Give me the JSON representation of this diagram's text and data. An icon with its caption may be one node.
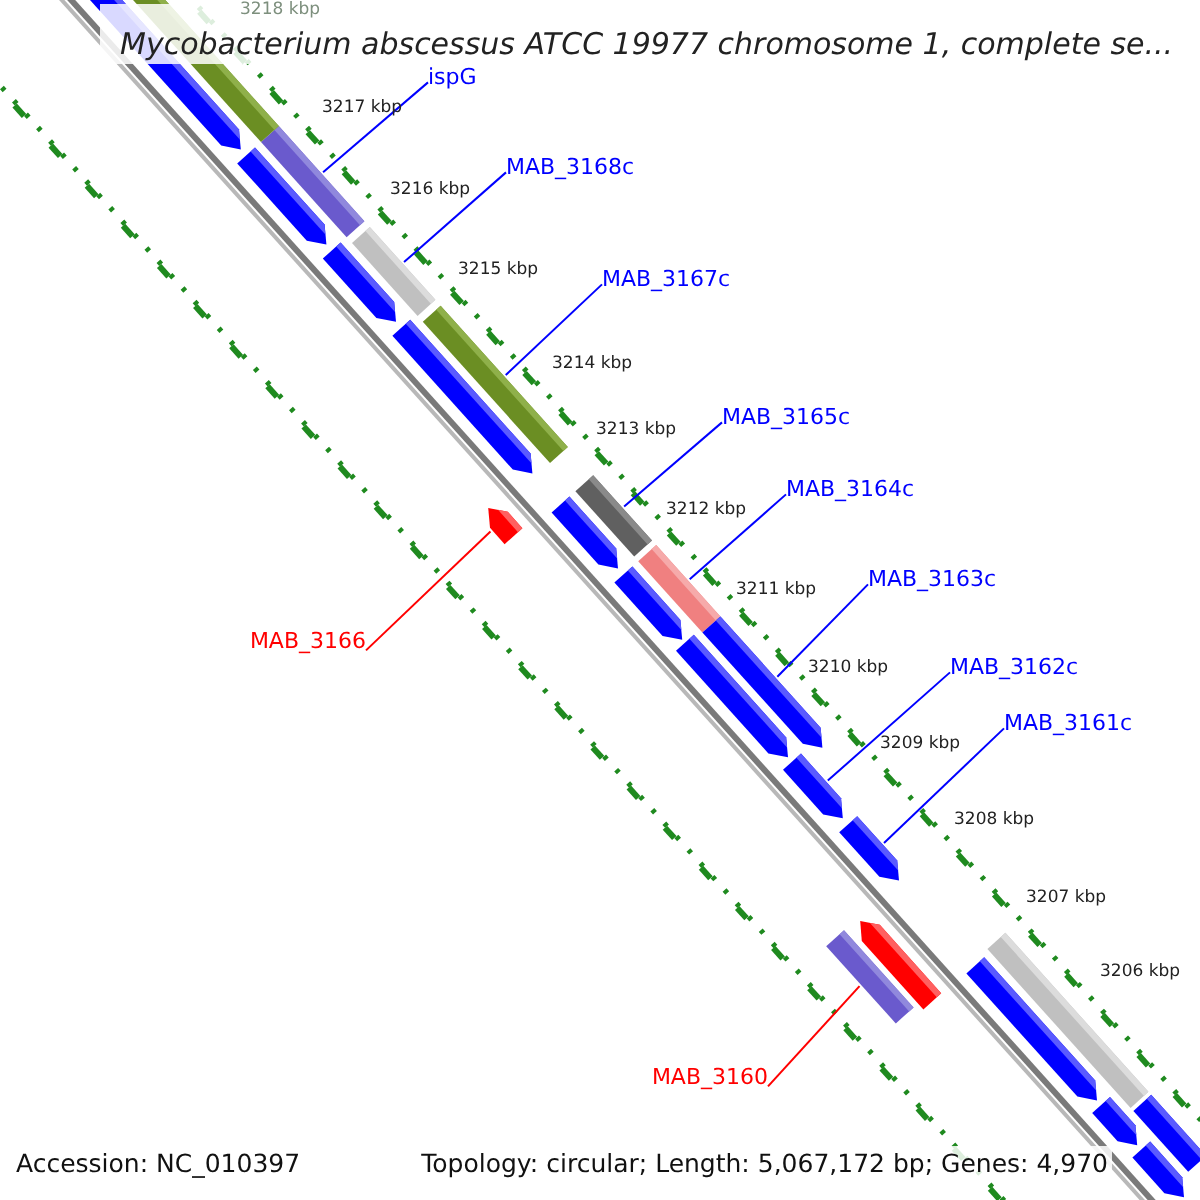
{
  "diagram": {
    "title": "Mycobacterium abscessus ATCC 19977 chromosome 1, complete se...",
    "nodes": [
      {
        "text": [
          "ispG"
        ]
      },
      {
        "text": [],
        "shape": "bar"
      },
      {
        "text": [
          "MAB_3168c"
        ]
      },
      {
        "text": [],
        "shape": "bar"
      },
      {
        "text": [
          "MAB_3167c"
        ]
      },
      {
        "text": [],
        "shape": "bar"
      },
      {
        "text": [
          "MAB_3165c"
        ]
      },
      {
        "text": [],
        "shape": "bar"
      },
      {
        "text": [
          "MAB_3164c"
        ]
      },
      {
        "text": [],
        "shape": "bar"
      },
      {
        "text": [
          "MAB_3163c"
        ]
      },
      {
        "text": [],
        "shape": "bar"
      },
      {
        "text": [
          "MAB_3166"
        ]
      },
      {
        "text": [],
        "shape": "bar"
      },
      {
        "text": [
          "MAB_3162c"
        ]
      },
      {
        "text": [],
        "shape": "bar"
      },
      {
        "text": [
          "MAB_3161c"
        ]
      },
      {
        "text": [],
        "shape": "bar"
      },
      {
        "text": [
          "MAB_3160"
        ]
      },
      {
        "text": [],
        "shape": "bar"
      },
      {
        "text": [],
        "shape": "bar"
      },
      {
        "text": [],
        "shape": "bar"
      },
      {
        "text": [],
        "shape": "bar"
      },
      {
        "text": [],
        "shape": "bar"
      },
      {
        "text": [],
        "shape": "bar"
      },
      {
        "text": [],
        "shape": "bar"
      },
      {
        "text": [],
        "shape": "bar"
      },
      {
        "text": [],
        "shape": "bar"
      },
      {
        "text": [],
        "shape": "bar"
      },
      {
        "text": [],
        "shape": "bar"
      },
      {
        "text": [],
        "shape": "bar"
      },
      {
        "text": [],
        "shape": "bar"
      },
      {
        "text": [],
        "shape": "bar"
      },
      {
        "text": [],
        "shape": "bar"
      }
    ],
    "edges": [
      {
        "from": 0,
        "to": 1,
        "arrow": "none"
      },
      {
        "from": 2,
        "to": 3,
        "arrow": "none"
      },
      {
        "from": 4,
        "to": 5,
        "arrow": "none"
      },
      {
        "from": 6,
        "to": 7,
        "arrow": "none"
      },
      {
        "from": 8,
        "to": 9,
        "arrow": "none"
      },
      {
        "from": 10,
        "to": 11,
        "arrow": "none"
      },
      {
        "from": 12,
        "to": 13,
        "arrow": "none",
        "color": "#ff0000"
      },
      {
        "from": 14,
        "to": 15,
        "arrow": "none"
      },
      {
        "from": 16,
        "to": 17,
        "arrow": "none"
      },
      {
        "from": 18,
        "to": 19,
        "arrow": "none",
        "color": "#ff0000"
      }
    ],
    "labels": [
      "3218 kbp",
      "3217 kbp",
      "3216 kbp",
      "3215 kbp",
      "3214 kbp",
      "3213 kbp",
      "3212 kbp",
      "3211 kbp",
      "3210 kbp",
      "3209 kbp",
      "3208 kbp",
      "3207 kbp",
      "3206 kbp",
      "Accession: NC_010397",
      "Topology: circular; Length: 5,067,172 bp; Genes: 4,970"
    ]
  }
}
